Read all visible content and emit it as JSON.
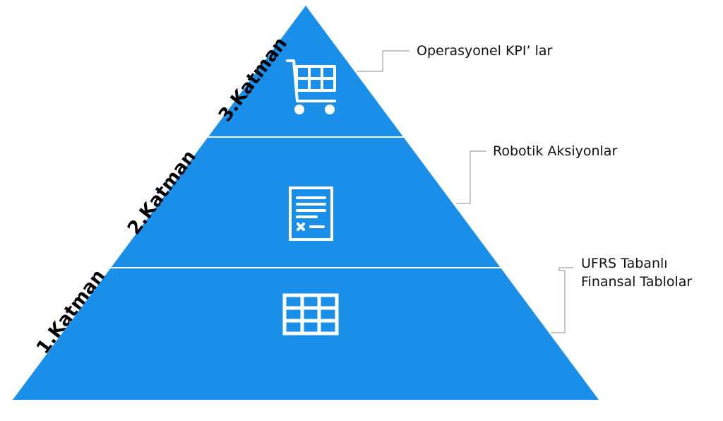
{
  "colors": {
    "pyramid_fill": "#1a8fea",
    "divider": "#ffffff",
    "icon": "#ffffff",
    "connector": "#9aa3ab"
  },
  "layers": [
    {
      "label": "3.Katman",
      "icon": "shopping-cart-icon"
    },
    {
      "label": "2.Katman",
      "icon": "document-icon"
    },
    {
      "label": "1.Katman",
      "icon": "table-grid-icon"
    }
  ],
  "callouts": {
    "top": {
      "line1": "Operasyonel KPI’ lar"
    },
    "middle": {
      "line1": "Robotik Aksiyonlar"
    },
    "bottom": {
      "line1": "UFRS Tabanlı",
      "line2": "Finansal Tablolar"
    }
  }
}
